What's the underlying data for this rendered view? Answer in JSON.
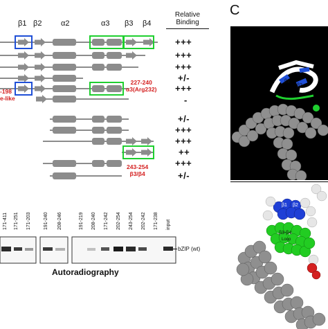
{
  "diagram": {
    "structure_labels": [
      "β1",
      "β2",
      "α2",
      "α3",
      "β3",
      "β4"
    ],
    "column_header": [
      "Relative",
      "Binding"
    ],
    "binding_values": [
      "+++",
      "+++",
      "+++",
      "+/-",
      "+++",
      "-",
      "+/-",
      "+++",
      "+++",
      "++",
      "+++",
      "+/-"
    ],
    "annotations": {
      "left_red": [
        "-198",
        "e-like"
      ],
      "alpha3": [
        "227-240",
        "α3(Arg232)"
      ],
      "beta34": [
        "243-254",
        "β3/β4"
      ]
    }
  },
  "gel": {
    "lanes_group1": [
      "171-411",
      "171-251",
      "171-203"
    ],
    "lanes_group2": [
      "191-240",
      "208-246"
    ],
    "lanes_group3": [
      "191-219",
      "208-240",
      "171-242",
      "202-254",
      "243-254",
      "202-242",
      "171-238",
      "input"
    ],
    "band_label": "bZIP (wt)",
    "caption": "Autoradiography"
  },
  "panel_c": {
    "letter": "C",
    "top_labels": [
      "β1",
      "β2"
    ],
    "bottom_labels": [
      "β1",
      "β2",
      "β3-β4",
      "Loop"
    ]
  },
  "colors": {
    "blue_box": "#1f4fd6",
    "green_box": "#1fcf2f",
    "red_text": "#d42020",
    "element_gray": "#8c8c8c"
  }
}
